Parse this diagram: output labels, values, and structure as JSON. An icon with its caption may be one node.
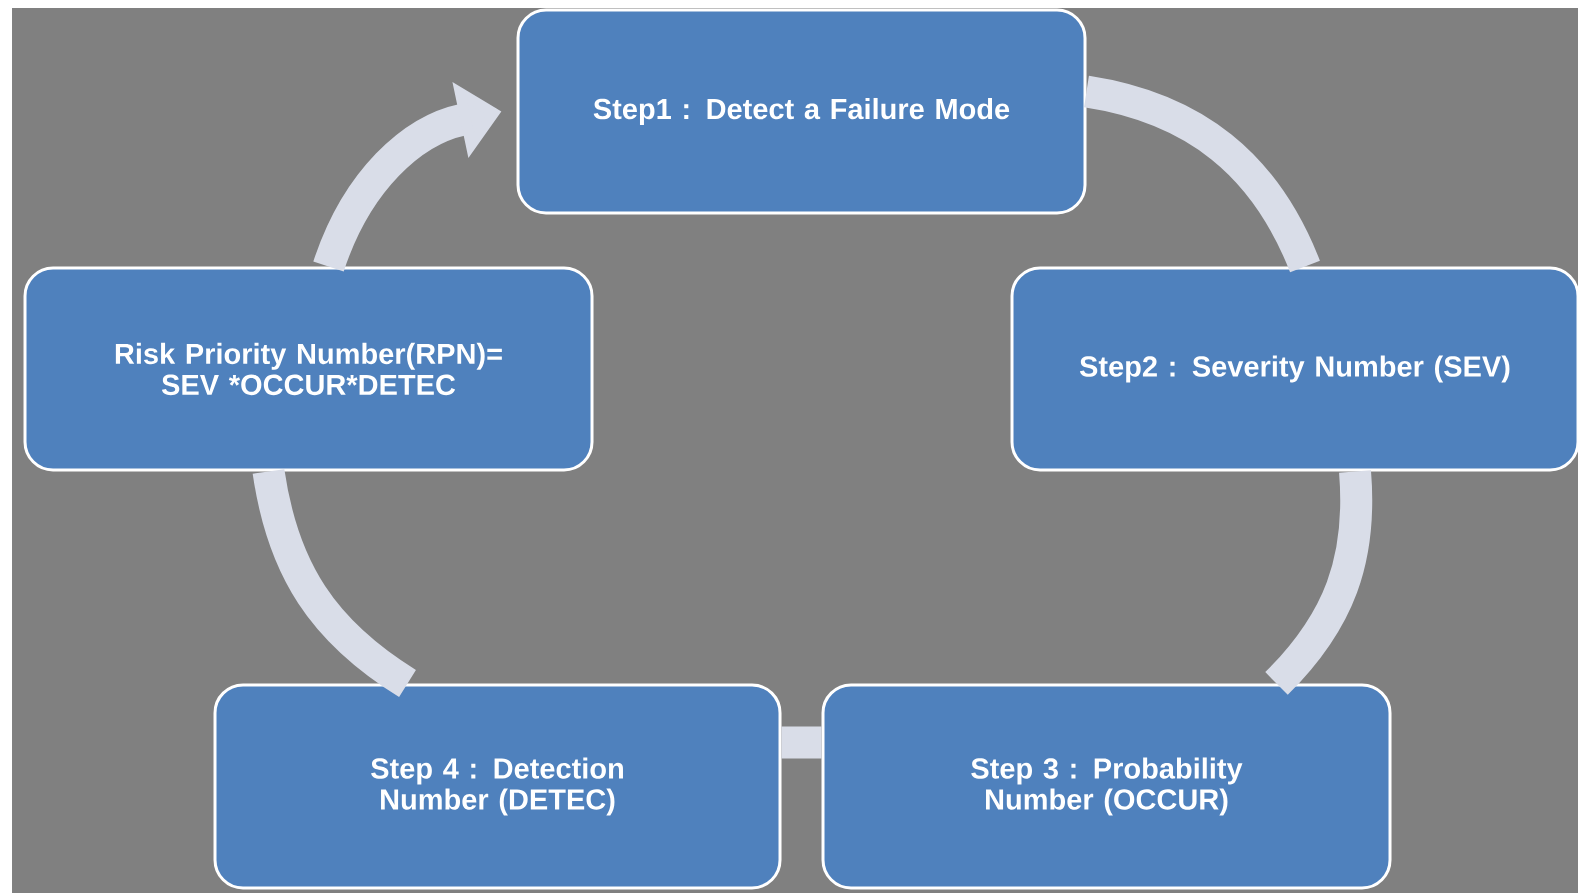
{
  "diagram": {
    "nodes": [
      {
        "text": [
          "Step1 : Detect a Failure Mode"
        ]
      },
      {
        "text": [
          "Step2 : Severity Number (SEV)"
        ]
      },
      {
        "text": [
          "Step 3 : Probability Number (OCCUR)"
        ]
      },
      {
        "text": [
          "Step 4 : Detection Number (DETEC)"
        ]
      },
      {
        "text": [
          "Risk Priority Number(RPN)= SEV *OCCUR*DETEC"
        ]
      }
    ],
    "edges": [
      {
        "from": 0,
        "to": 1,
        "arrow": "none"
      },
      {
        "from": 1,
        "to": 2,
        "arrow": "none"
      },
      {
        "from": 2,
        "to": 3,
        "arrow": "none"
      },
      {
        "from": 3,
        "to": 4,
        "arrow": "none"
      },
      {
        "from": 4,
        "to": 0,
        "arrow": "to"
      }
    ]
  }
}
